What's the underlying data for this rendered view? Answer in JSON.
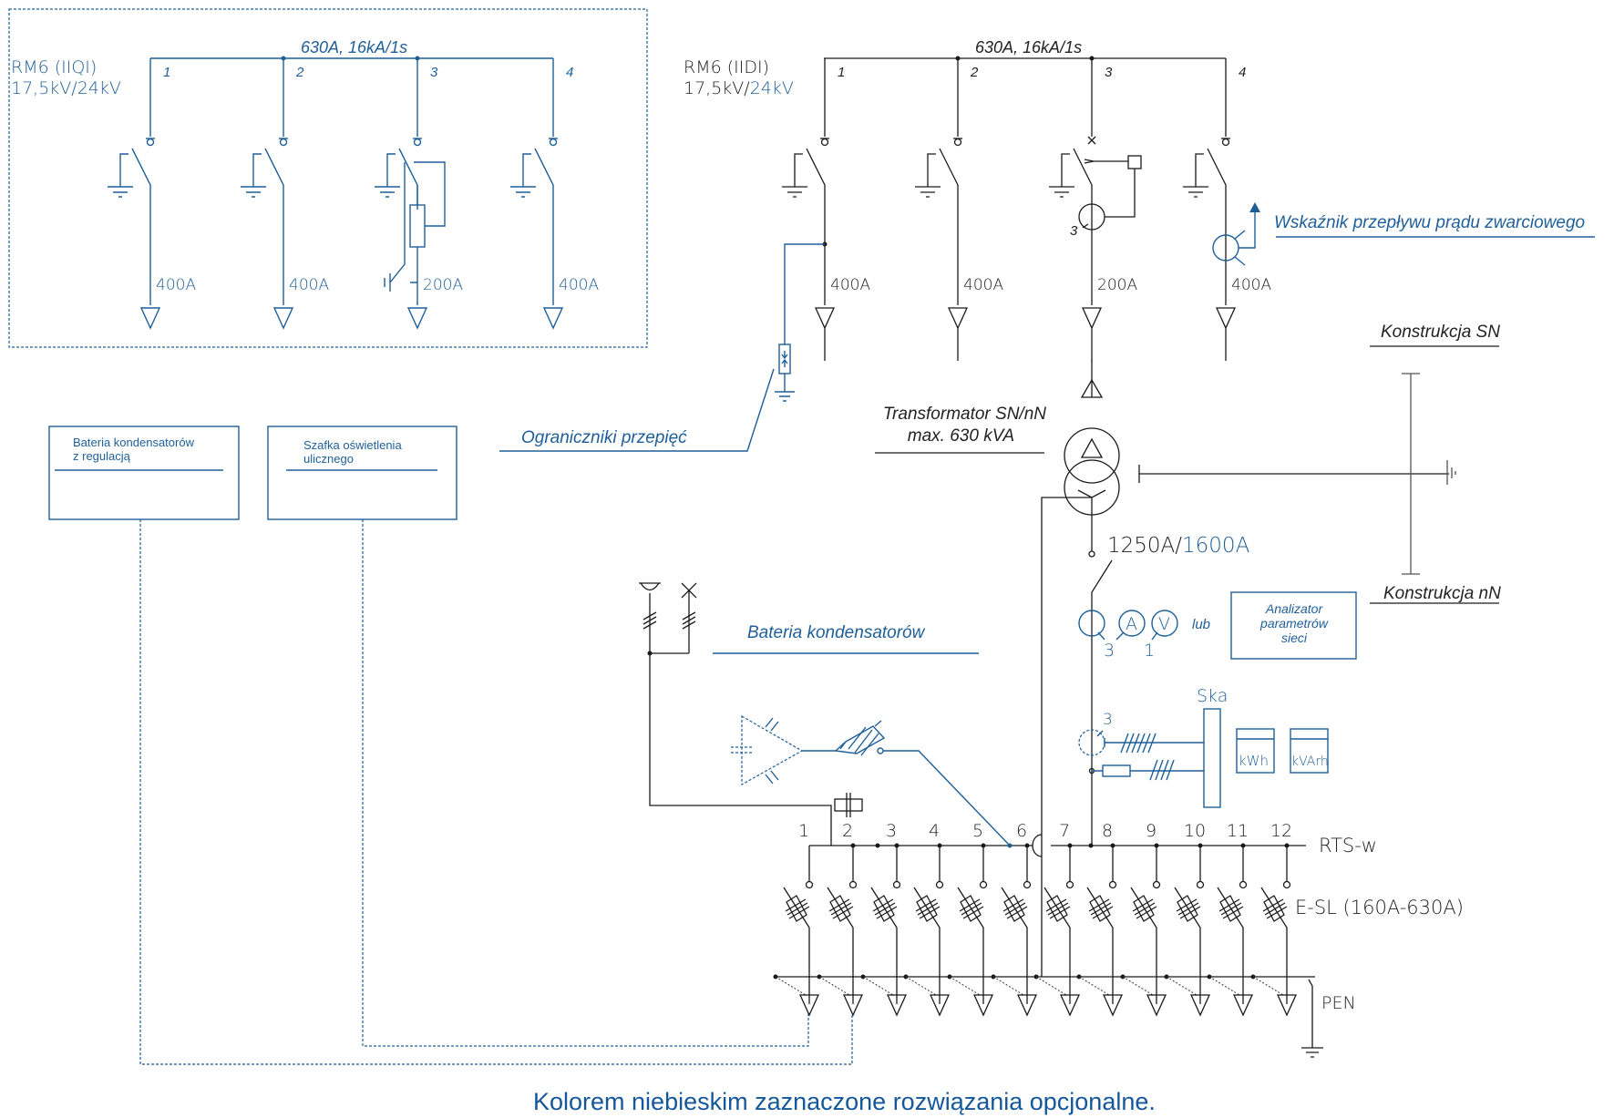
{
  "colors": {
    "optional": "#1f5f99",
    "standard": "#1a1a1a",
    "note": "#14579a"
  },
  "rm6_left": {
    "title": "RM6  (IIQI)",
    "voltage": "17,5kV/24kV",
    "busbar_rating": "630A, 16kA/1s",
    "bays": [
      {
        "number": "1",
        "rating": "400A",
        "type": "load-break-switch"
      },
      {
        "number": "2",
        "rating": "400A",
        "type": "load-break-switch"
      },
      {
        "number": "3",
        "rating": "200A",
        "type": "fuse-switch"
      },
      {
        "number": "4",
        "rating": "400A",
        "type": "load-break-switch"
      }
    ]
  },
  "rm6_right": {
    "title": "RM6  (IIDI)",
    "voltage_standard": "17,5kV/",
    "voltage_optional": "24kV",
    "busbar_rating": "630A, 16kA/1s",
    "bays": [
      {
        "number": "1",
        "rating": "400A",
        "type": "load-break-switch"
      },
      {
        "number": "2",
        "rating": "400A",
        "type": "load-break-switch"
      },
      {
        "number": "3",
        "rating": "200A",
        "type": "circuit-breaker",
        "ct_count": "3"
      },
      {
        "number": "4",
        "rating": "400A",
        "type": "load-break-switch"
      }
    ]
  },
  "labels": {
    "fault_indicator": "Wskaźnik przepływu prądu zwarciowego",
    "surge_arresters": "Ograniczniki przepięć",
    "transformer_line1": "Transformator SN/nN",
    "transformer_line2": "max. 630 kVA",
    "construction_mv": "Konstrukcja SN",
    "construction_lv": "Konstrukcja nN",
    "main_breaker_standard": "1250A/",
    "main_breaker_optional": "1600A",
    "meter_ct_count": "3",
    "meter_a": "A",
    "meter_v": "V",
    "meter_v_count": "1",
    "or": "lub",
    "analyzer": [
      "Analizator",
      "parametrów",
      "sieci"
    ],
    "metering_bar": "Ska",
    "metering_ct_count": "3",
    "meter_kwh": "kWh",
    "meter_kvarh": "kVArh",
    "capacitor_bank": "Bateria kondensatorów",
    "lv_busbar": "RTS-w",
    "lv_switches": "E-SL (160A-630A)",
    "pen": "PEN",
    "footnote": "Kolorem niebieskim zaznaczone rozwiązania opcjonalne."
  },
  "boxes": {
    "capacitor_regulated": [
      "Bateria kondensatorów",
      "z regulacją"
    ],
    "street_lighting": [
      "Szafka oświetlenia",
      "ulicznego"
    ]
  },
  "lv_feeders": [
    "1",
    "2",
    "3",
    "4",
    "5",
    "6",
    "7",
    "8",
    "9",
    "10",
    "11",
    "12"
  ]
}
